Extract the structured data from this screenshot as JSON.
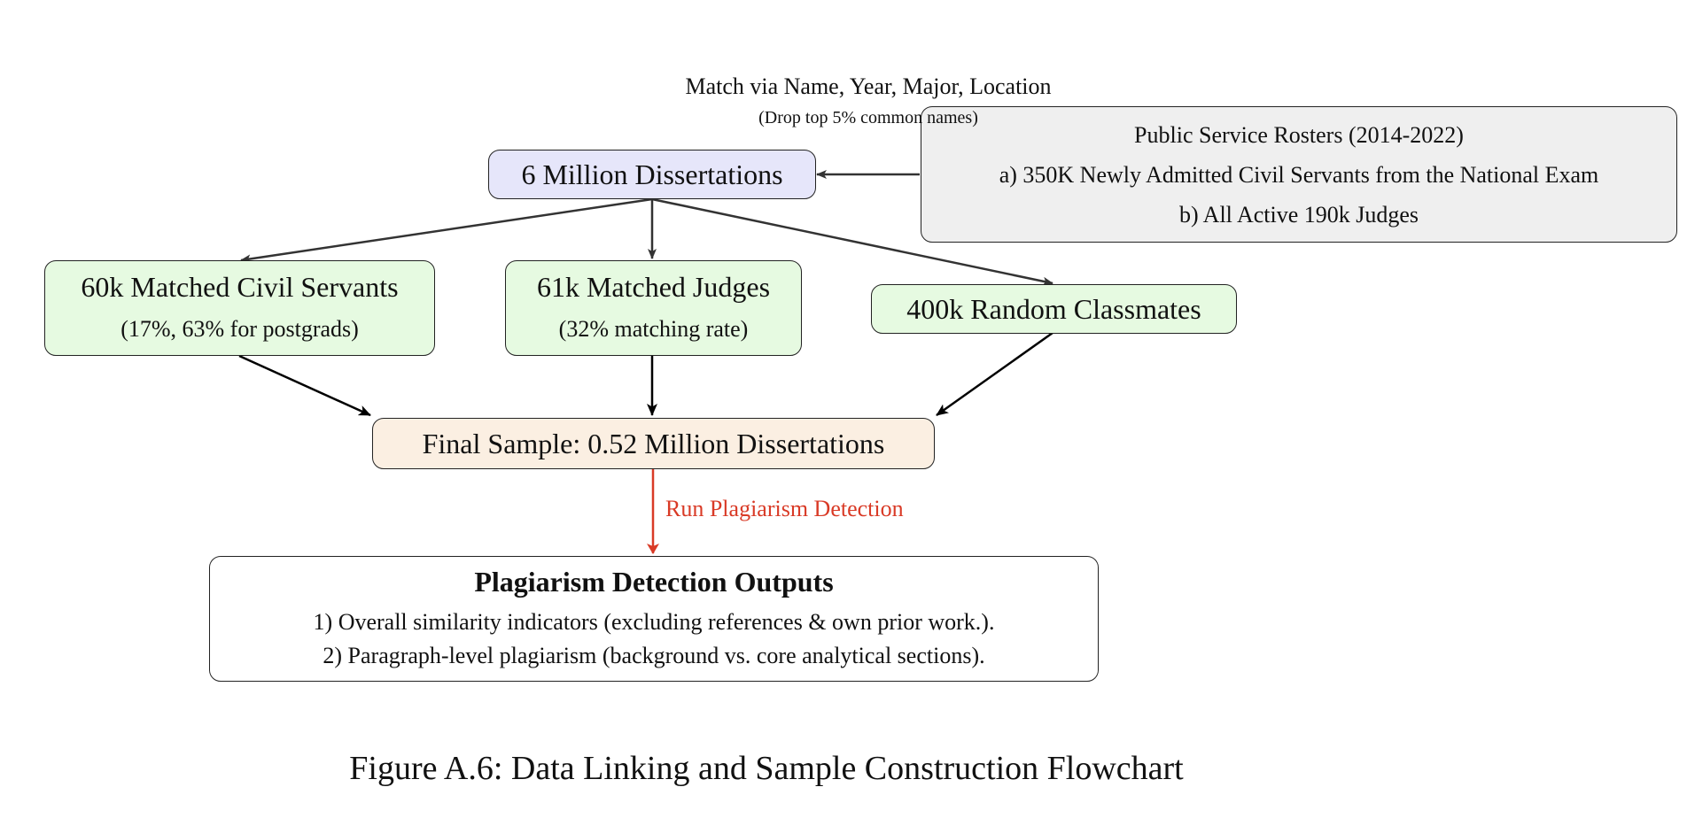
{
  "header": {
    "match_label": "Match via Name, Year, Major, Location",
    "match_note": "(Drop top 5% common names)"
  },
  "nodes": {
    "dissertations": {
      "title": "6 Million Dissertations",
      "fill": "#E6E6FA"
    },
    "rosters": {
      "title": "Public Service Rosters (2014-2022)",
      "line_a": "a) 350K Newly Admitted Civil Servants from the National Exam",
      "line_b": "b) All Active 190k Judges",
      "fill": "#EFEFEF"
    },
    "civil": {
      "title": "60k Matched Civil Servants",
      "sub": "(17%, 63% for postgrads)",
      "fill": "#E6FAE1"
    },
    "judges": {
      "title": "61k Matched Judges",
      "sub": "(32% matching rate)",
      "fill": "#E6FAE1"
    },
    "classmates": {
      "title": "400k Random Classmates",
      "fill": "#E6FAE1"
    },
    "final": {
      "title": "Final Sample: 0.52 Million Dissertations",
      "fill": "#FBEFE2"
    },
    "outputs": {
      "title": "Plagiarism Detection Outputs",
      "line_1": "1) Overall similarity indicators (excluding references & own prior work.).",
      "line_2": "2) Paragraph-level plagiarism (background vs.  core analytical sections).",
      "fill": "#FFFFFF"
    }
  },
  "edges": {
    "run_label": "Run Plagiarism Detection",
    "run_color": "#D93A26",
    "upper_color": "#333333",
    "lower_color": "#000000"
  },
  "caption": "Figure A.6: Data Linking and Sample Construction Flowchart"
}
